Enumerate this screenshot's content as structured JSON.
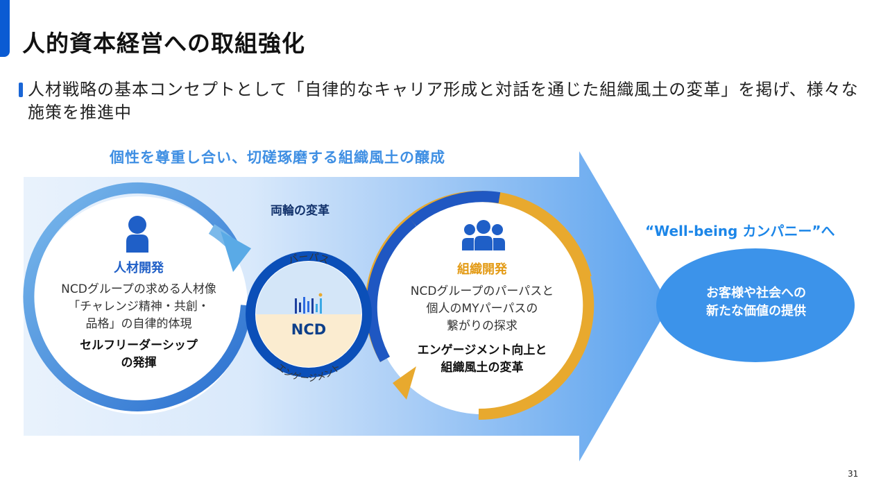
{
  "slide": {
    "title": "人的資本経営への取組強化",
    "lead": "人材戦略の基本コンセプトとして「自律的なキャリア形成と対話を通じた組織風土の変革」を掲げ、様々な施策を推進中",
    "page_number": "31"
  },
  "diagram": {
    "arrow_heading": "個性を尊重し合い、切磋琢磨する組織風土の醸成",
    "center_heading": "両輪の変革",
    "left_circle": {
      "icon": "person-icon",
      "heading": "人材開発",
      "body": [
        "NCDグループの求める人材像",
        "「チャレンジ精神・共創・",
        "品格」の自律的体現"
      ],
      "bold": [
        "セルフリーダーシップ",
        "の発揮"
      ]
    },
    "center_circle": {
      "top_label": "パーパス",
      "bottom_label": "エンゲージメント",
      "logo_text": "NCD"
    },
    "right_circle": {
      "icon": "group-icon",
      "heading": "組織開発",
      "body": [
        "NCDグループのパーパスと",
        "個人のMYパーパスの",
        "繋がりの探求"
      ],
      "bold": [
        "エンゲージメント向上と",
        "組織風土の変革"
      ]
    },
    "goal": {
      "label": "“Well-being カンパニー”へ",
      "text": [
        "お客様や社会への",
        "新たな価値の提供"
      ]
    }
  },
  "colors": {
    "accent_blue": "#0a5bd3",
    "left_ring": "#5aaae6",
    "right_ring": "#e8a92e",
    "center_ring": "#0b4fb8",
    "goal_fill": "#3c93ea"
  }
}
